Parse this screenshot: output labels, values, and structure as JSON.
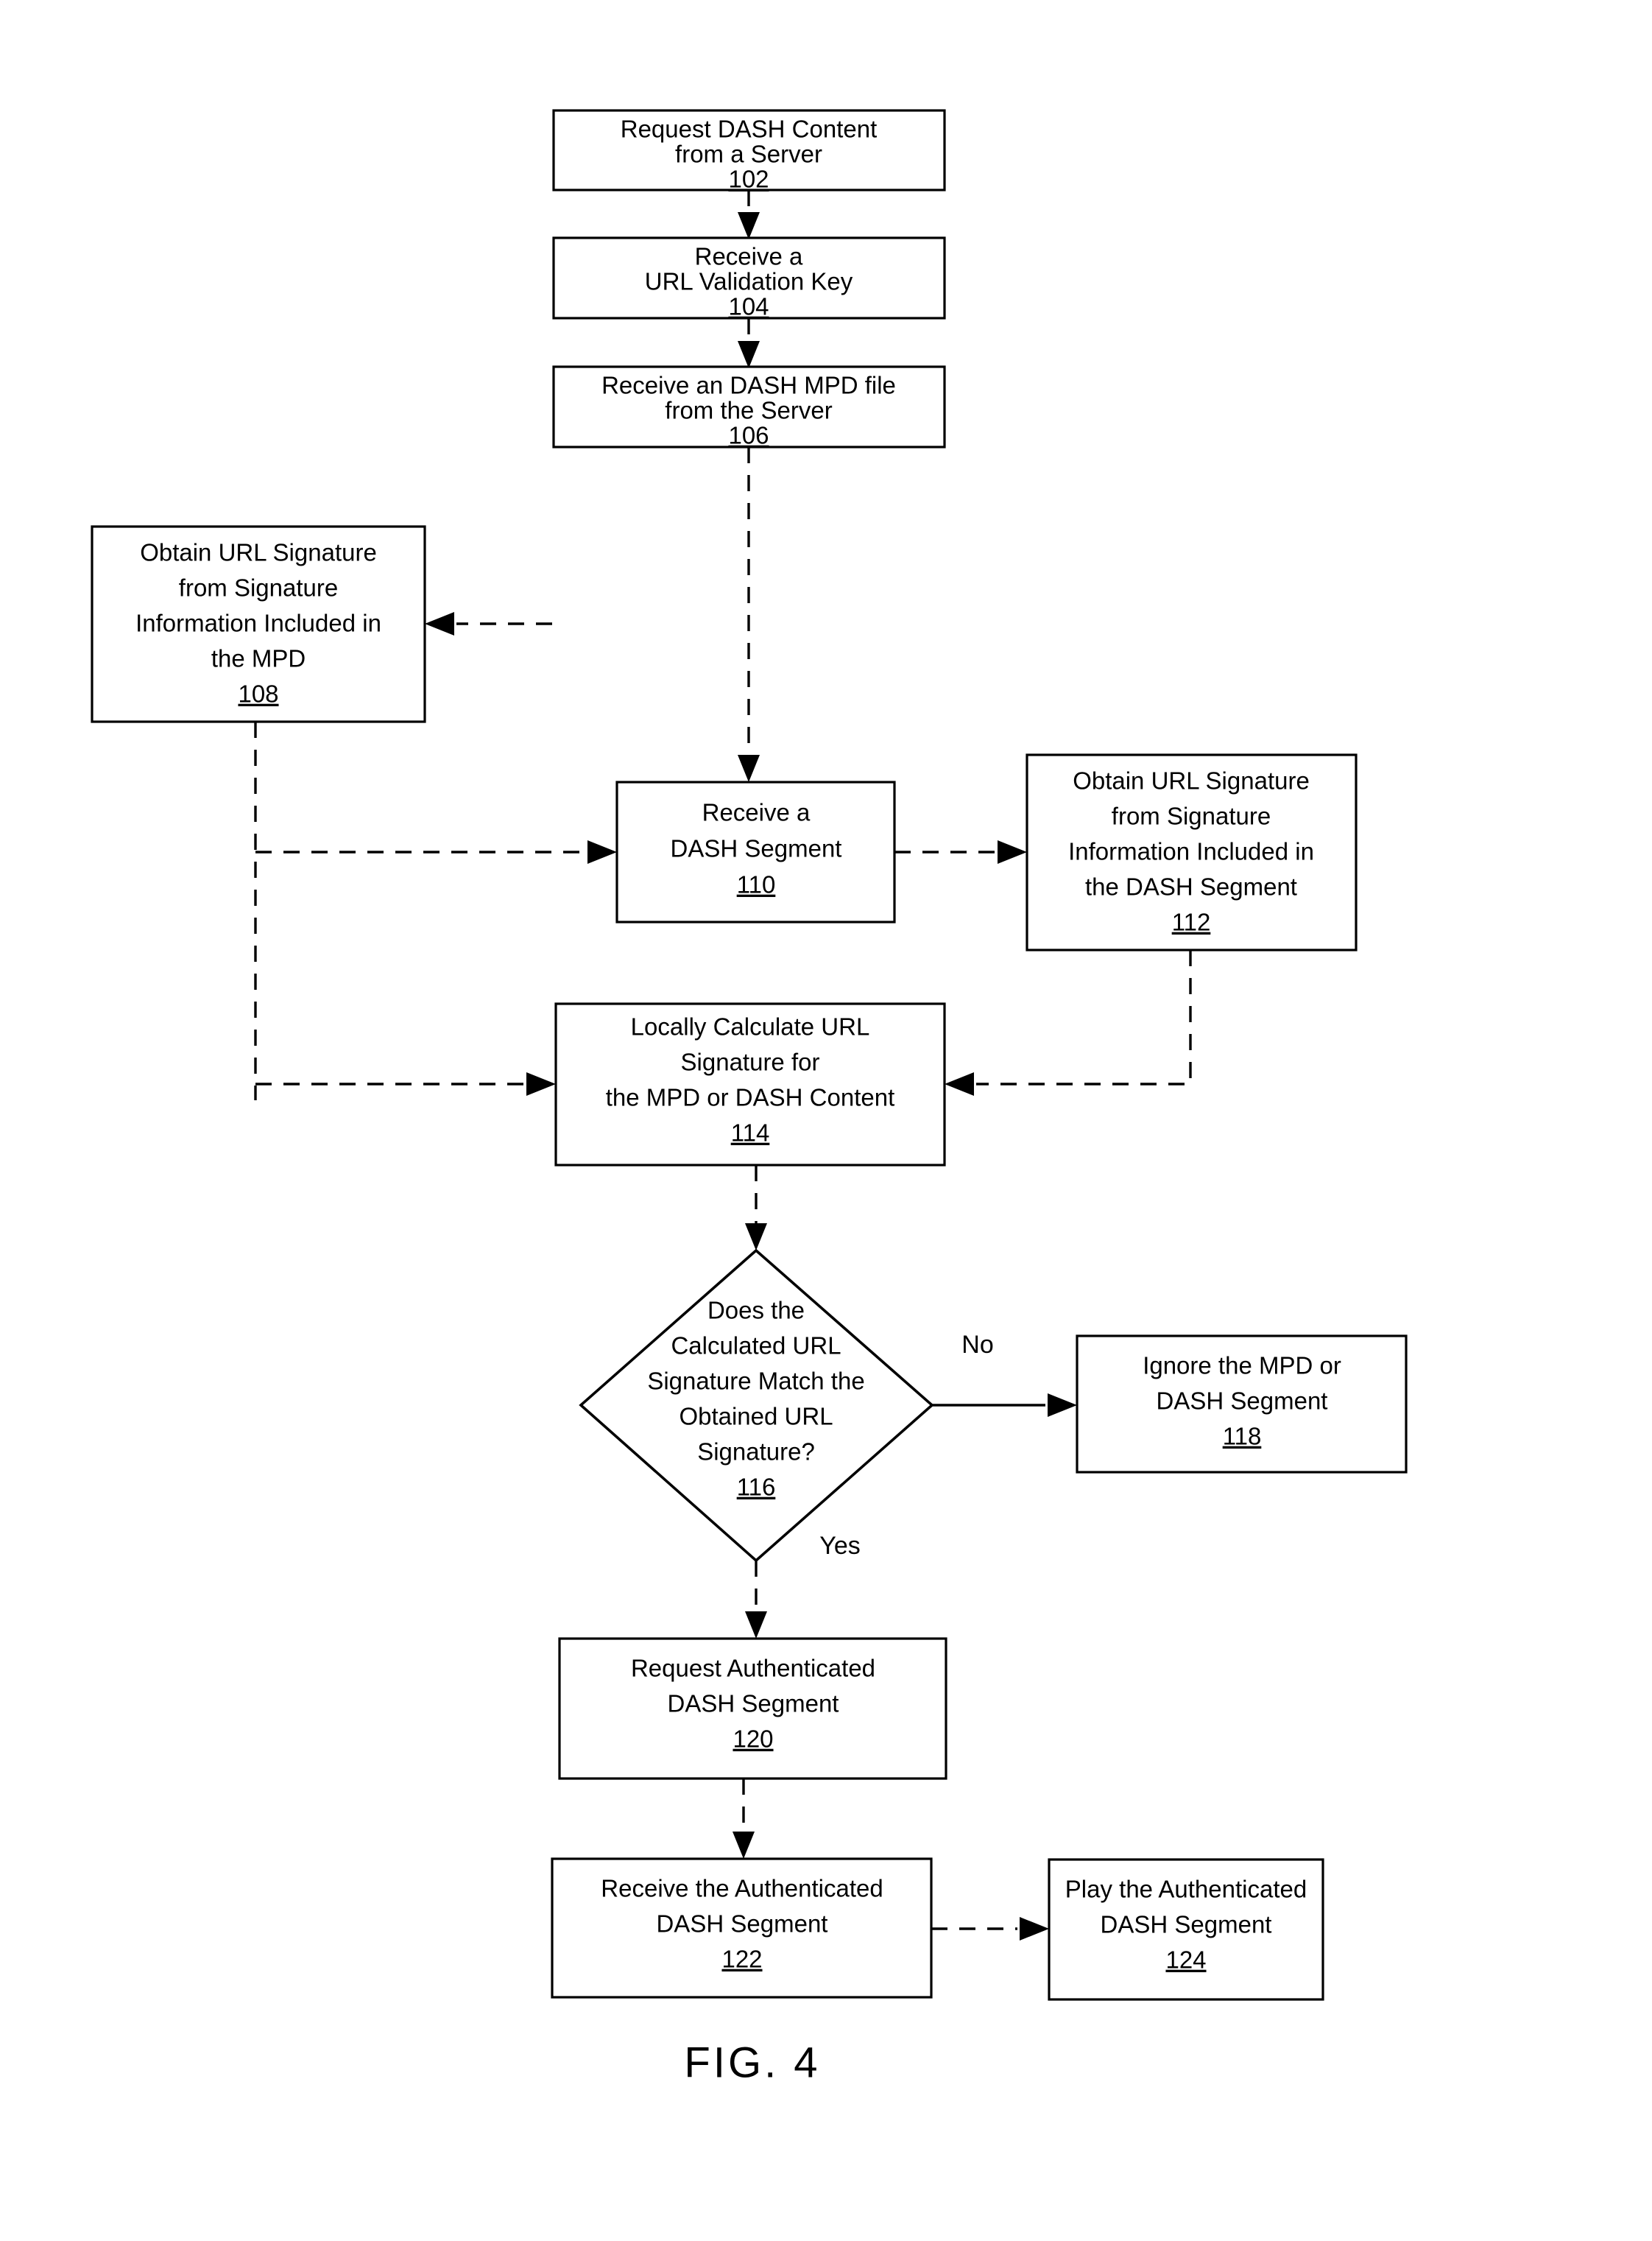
{
  "figure": {
    "caption": "FIG. 4",
    "type": "flowchart"
  },
  "nodes": {
    "n102": {
      "ref": "102",
      "lines": [
        "Request DASH Content",
        "from a Server"
      ],
      "line1": "Request DASH Content",
      "line2": "from a Server",
      "shape": "process"
    },
    "n104": {
      "ref": "104",
      "lines": [
        "Receive a",
        "URL Validation Key"
      ],
      "line1": "Receive a",
      "line2": "URL Validation Key",
      "shape": "process"
    },
    "n106": {
      "ref": "106",
      "lines": [
        "Receive an DASH MPD file",
        "from the Server"
      ],
      "line1": "Receive an DASH MPD file",
      "line2": "from the Server",
      "shape": "process"
    },
    "n108": {
      "ref": "108",
      "lines": [
        "Obtain URL Signature",
        "from Signature",
        "Information Included in",
        "the MPD"
      ],
      "line1": "Obtain URL Signature",
      "line2": "from Signature",
      "line3": "Information Included in",
      "line4": "the MPD",
      "shape": "process"
    },
    "n110": {
      "ref": "110",
      "lines": [
        "Receive a",
        "DASH Segment"
      ],
      "line1": "Receive a",
      "line2": "DASH Segment",
      "shape": "process"
    },
    "n112": {
      "ref": "112",
      "lines": [
        "Obtain URL Signature",
        "from Signature",
        "Information Included in",
        "the DASH Segment"
      ],
      "line1": "Obtain URL Signature",
      "line2": "from Signature",
      "line3": "Information Included in",
      "line4": "the DASH Segment",
      "shape": "process"
    },
    "n114": {
      "ref": "114",
      "lines": [
        "Locally Calculate URL",
        "Signature for",
        "the MPD or DASH Content"
      ],
      "line1": "Locally Calculate URL",
      "line2": "Signature for",
      "line3": "the MPD or DASH Content",
      "shape": "process"
    },
    "n116": {
      "ref": "116",
      "lines": [
        "Does the",
        "Calculated URL",
        "Signature Match the",
        "Obtained URL",
        "Signature?"
      ],
      "line1": "Does the",
      "line2": "Calculated URL",
      "line3": "Signature Match the",
      "line4": "Obtained URL",
      "line5": "Signature?",
      "shape": "decision"
    },
    "n118": {
      "ref": "118",
      "lines": [
        "Ignore the MPD or",
        "DASH Segment"
      ],
      "line1": "Ignore the MPD or",
      "line2": "DASH Segment",
      "shape": "process"
    },
    "n120": {
      "ref": "120",
      "lines": [
        "Request Authenticated",
        "DASH Segment"
      ],
      "line1": "Request Authenticated",
      "line2": "DASH Segment",
      "shape": "process"
    },
    "n122": {
      "ref": "122",
      "lines": [
        "Receive the Authenticated",
        "DASH Segment"
      ],
      "line1": "Receive the Authenticated",
      "line2": "DASH Segment",
      "shape": "process"
    },
    "n124": {
      "ref": "124",
      "lines": [
        "Play the Authenticated",
        "DASH Segment"
      ],
      "line1": "Play the Authenticated",
      "line2": "DASH Segment",
      "shape": "process"
    }
  },
  "branch_labels": {
    "no": "No",
    "yes": "Yes"
  },
  "edges": [
    {
      "from": "102",
      "to": "104",
      "style": "dashed",
      "label": ""
    },
    {
      "from": "104",
      "to": "106",
      "style": "dashed",
      "label": ""
    },
    {
      "from": "106",
      "to": "108",
      "style": "dashed",
      "label": ""
    },
    {
      "from": "106",
      "to": "110",
      "style": "dashed",
      "label": ""
    },
    {
      "from": "108",
      "to": "110",
      "style": "dashed",
      "label": ""
    },
    {
      "from": "108",
      "to": "114",
      "style": "dashed",
      "label": ""
    },
    {
      "from": "110",
      "to": "112",
      "style": "dashed",
      "label": ""
    },
    {
      "from": "112",
      "to": "114",
      "style": "dashed",
      "label": ""
    },
    {
      "from": "114",
      "to": "116",
      "style": "dashed",
      "label": ""
    },
    {
      "from": "116",
      "to": "118",
      "style": "solid",
      "label": "No"
    },
    {
      "from": "116",
      "to": "120",
      "style": "dashed",
      "label": "Yes"
    },
    {
      "from": "120",
      "to": "122",
      "style": "dashed",
      "label": ""
    },
    {
      "from": "122",
      "to": "124",
      "style": "dashed",
      "label": ""
    }
  ],
  "colors": {
    "stroke": "#000000",
    "fill": "#ffffff",
    "text": "#000000"
  }
}
